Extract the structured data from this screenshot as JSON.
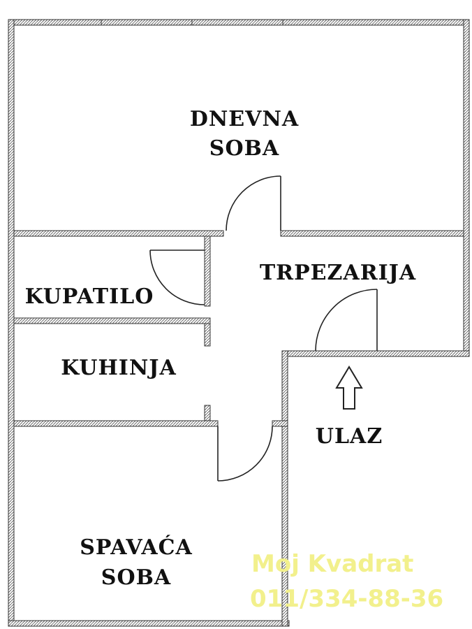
{
  "rooms": {
    "dnevna_line1": "DNEVNA",
    "dnevna_line2": "SOBA",
    "trpezarija": "TRPEZARIJA",
    "kupatilo": "KUPATILO",
    "kuhinja": "KUHINJA",
    "spavaca_line1": "SPAVAĆA",
    "spavaca_line2": "SOBA",
    "ulaz": "ULAZ"
  },
  "watermark": {
    "line1": "Moj Kvadrat",
    "line2": "011/334-88-36"
  },
  "colors": {
    "wall_stroke": "#333333",
    "watermark": "#f2f08c"
  }
}
